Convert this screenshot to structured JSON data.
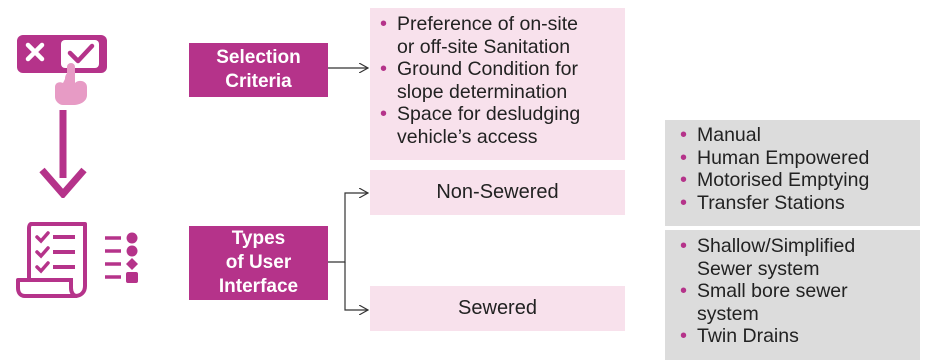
{
  "nodes": {
    "selection_criteria": [
      "Selection",
      "Criteria"
    ],
    "types_of_user_interface": [
      "Types",
      "of User",
      "Interface"
    ]
  },
  "criteria": [
    [
      "Preference of on-site",
      "or off-site Sanitation"
    ],
    [
      "Ground Condition for",
      "slope determination"
    ],
    [
      "Space for desludging",
      "vehicle’s access"
    ]
  ],
  "interfaces": {
    "non_sewered": "Non-Sewered",
    "sewered": "Sewered"
  },
  "non_sewered_options": [
    [
      "Manual"
    ],
    [
      "Human Empowered"
    ],
    [
      "Motorised Emptying"
    ],
    [
      "Transfer Stations"
    ]
  ],
  "sewered_options": [
    [
      "Shallow/Simplified",
      "Sewer system"
    ],
    [
      "Small bore sewer",
      "system"
    ],
    [
      "Twin Drains"
    ]
  ],
  "icons": {
    "selection": "checkbox-select-icon",
    "arrow": "down-arrow-icon",
    "list": "checklist-scroll-icon",
    "menu": "list-bullets-icon"
  },
  "colors": {
    "accent": "#b5338a",
    "pink_box": "#f8e1ec",
    "grey_box": "#dcdcdc",
    "connector": "#333333"
  }
}
